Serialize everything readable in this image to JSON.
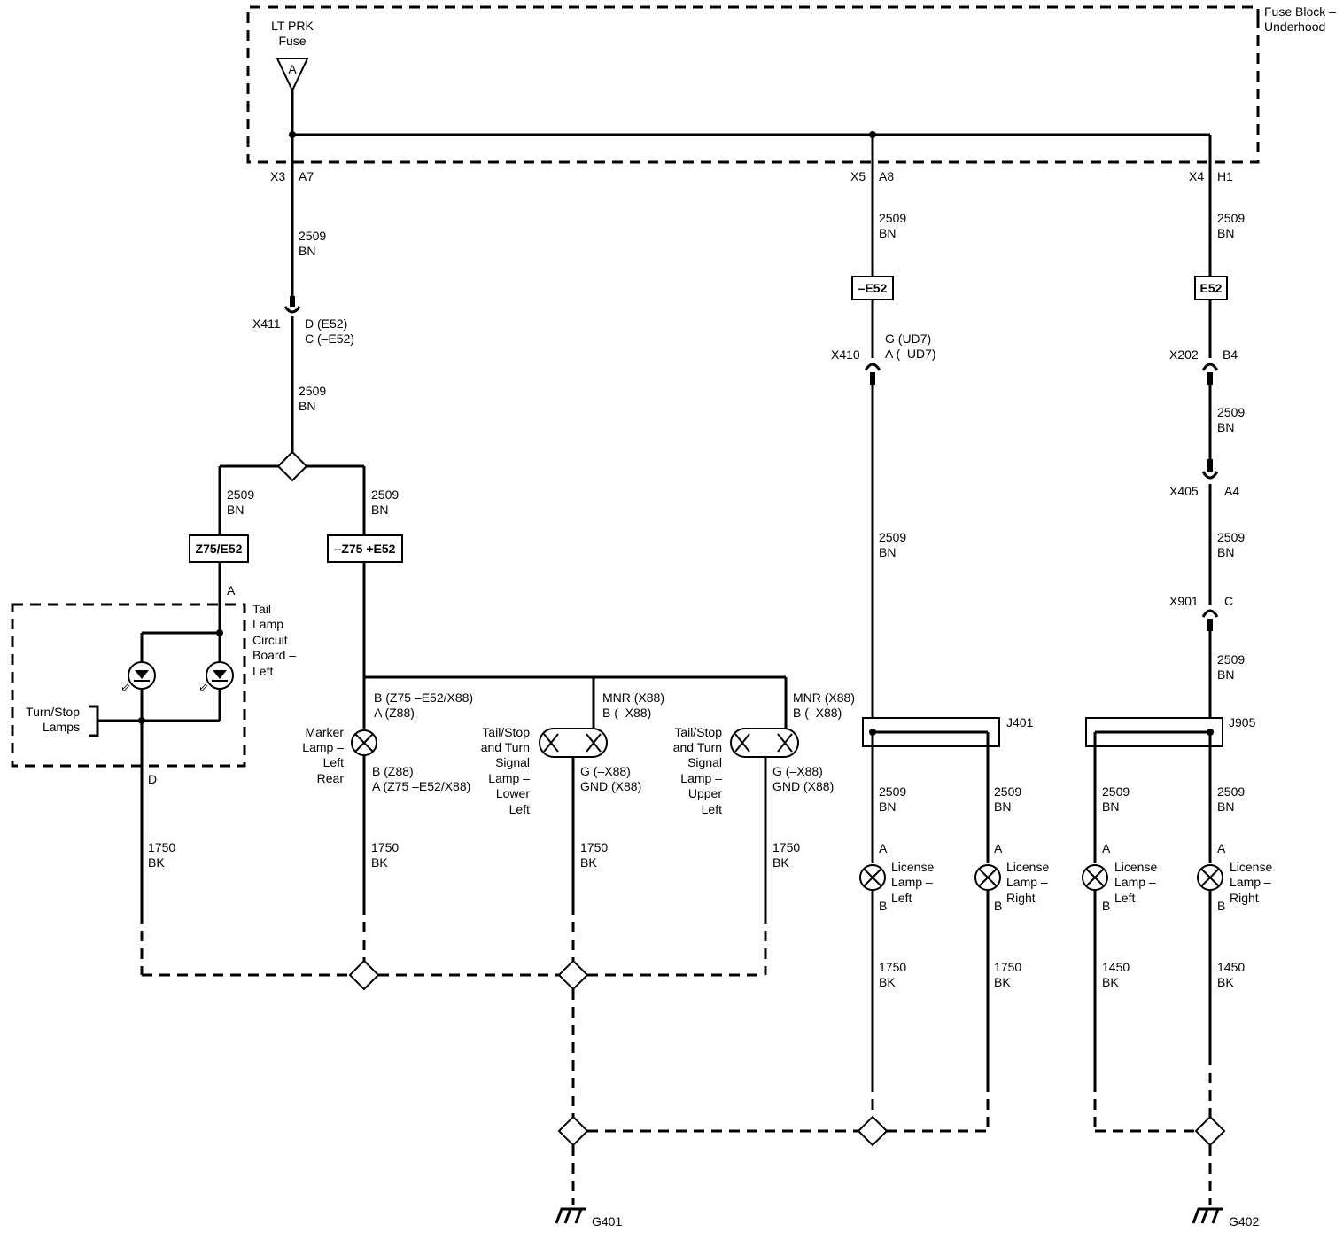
{
  "fuse_block": {
    "label_line1": "Fuse Block –",
    "label_line2": "Underhood",
    "fuse_name_line1": "LT PRK",
    "fuse_name_line2": "Fuse",
    "fuse_pin": "A"
  },
  "outputs": {
    "left": {
      "conn": "X3",
      "pin": "A7"
    },
    "mid": {
      "conn": "X5",
      "pin": "A8"
    },
    "right": {
      "conn": "X4",
      "pin": "H1"
    }
  },
  "wire": {
    "circuit_2509": "2509",
    "color_bn": "BN",
    "circuit_1750": "1750",
    "circuit_1450": "1450",
    "color_bk": "BK"
  },
  "options": {
    "neg_e52": "–E52",
    "e52": "E52",
    "z75_e52": "Z75/E52",
    "neg_z75_pos_e52": "–Z75 +E52"
  },
  "connectors": {
    "x411": {
      "name": "X411",
      "pin1": "D (E52)",
      "pin2": "C (–E52)"
    },
    "x410": {
      "name": "X410",
      "pin1": "G (UD7)",
      "pin2": "A (–UD7)"
    },
    "x202": {
      "name": "X202",
      "pin": "B4"
    },
    "x405": {
      "name": "X405",
      "pin": "A4"
    },
    "x901": {
      "name": "X901",
      "pin": "C"
    }
  },
  "tail_board": {
    "label": [
      "Tail",
      "Lamp",
      "Circuit",
      "Board –",
      "Left"
    ],
    "pin_a": "A",
    "pin_d": "D",
    "lamps_label": [
      "Turn/Stop",
      "Lamps"
    ]
  },
  "marker_lamp": {
    "label": [
      "Marker",
      "Lamp –",
      "Left",
      "Rear"
    ],
    "top_pins": [
      "B (Z75 –E52/X88)",
      "A (Z88)"
    ],
    "bottom_pins": [
      "B (Z88)",
      "A (Z75 –E52/X88)"
    ]
  },
  "lower_lamp": {
    "label": [
      "Tail/Stop",
      "and Turn",
      "Signal",
      "Lamp –",
      "Lower",
      "Left"
    ],
    "top_pins": [
      "MNR (X88)",
      "B (–X88)"
    ],
    "bottom_pins": [
      "G (–X88)",
      "GND (X88)"
    ]
  },
  "upper_lamp": {
    "label": [
      "Tail/Stop",
      "and Turn",
      "Signal",
      "Lamp –",
      "Upper",
      "Left"
    ],
    "top_pins": [
      "MNR (X88)",
      "B (–X88)"
    ],
    "bottom_pins": [
      "G (–X88)",
      "GND (X88)"
    ]
  },
  "splices": {
    "j401": "J401",
    "j905": "J905"
  },
  "license_lamps": {
    "left_label": [
      "License",
      "Lamp –",
      "Left"
    ],
    "right_label": [
      "License",
      "Lamp –",
      "Right"
    ],
    "pin_a": "A",
    "pin_b": "B"
  },
  "grounds": {
    "g401": "G401",
    "g402": "G402"
  }
}
